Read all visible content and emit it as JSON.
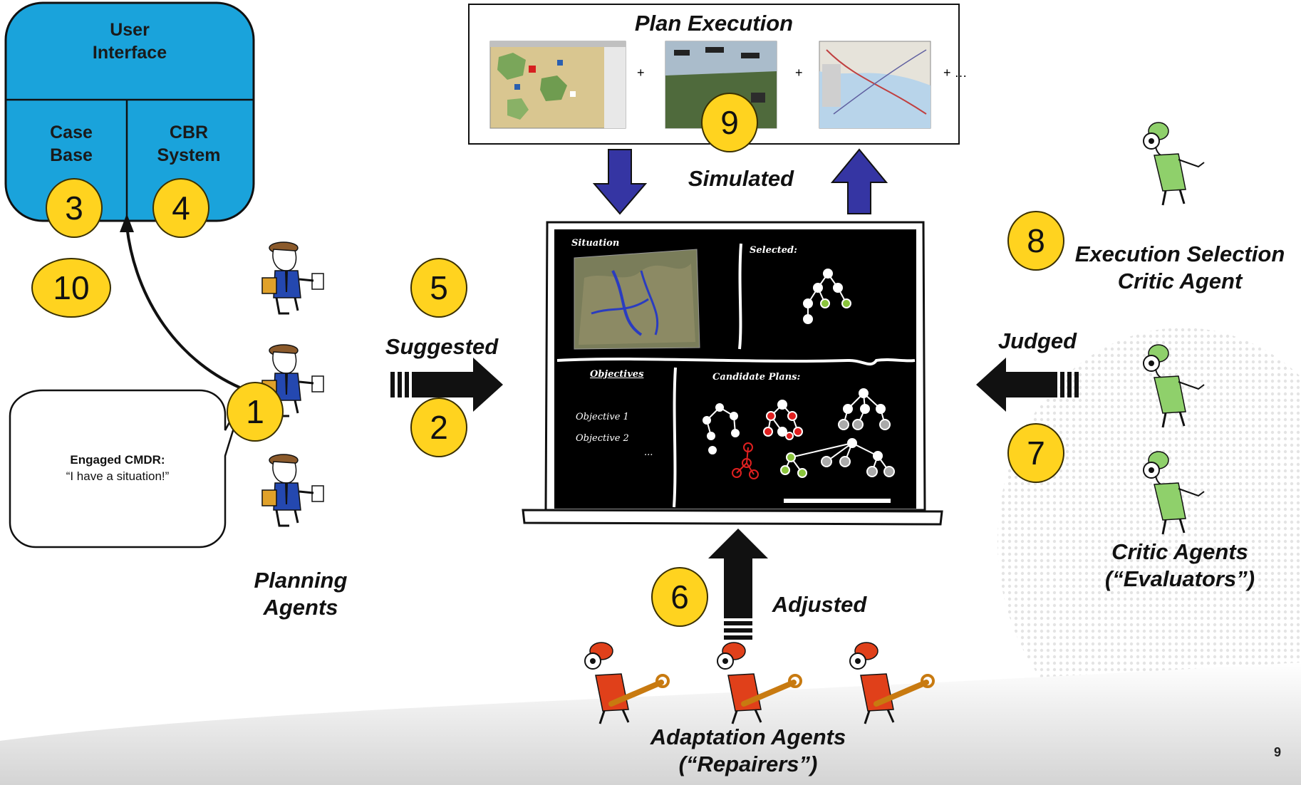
{
  "ui_box": {
    "title_line1": "User",
    "title_line2": "Interface",
    "case_base_line1": "Case",
    "case_base_line2": "Base",
    "cbr_line1": "CBR",
    "cbr_line2": "System"
  },
  "plan_execution": {
    "title": "Plan Execution",
    "plus1": "+",
    "plus2": "+",
    "plus_more": "+ …"
  },
  "labels": {
    "simulated": "Simulated",
    "suggested": "Suggested",
    "judged": "Judged",
    "adjusted": "Adjusted",
    "execution_selection_line1": "Execution Selection",
    "execution_selection_line2": "Critic Agent",
    "critic_agents_line1": "Critic Agents",
    "critic_agents_line2": "(“Evaluators”)",
    "planning_agents_line1": "Planning",
    "planning_agents_line2": "Agents",
    "adaptation_line1": "Adaptation Agents",
    "adaptation_line2": "(“Repairers”)"
  },
  "speech": {
    "title": "Engaged CMDR:",
    "quote": "“I have a situation!”"
  },
  "board": {
    "situation": "Situation",
    "selected": "Selected:",
    "objectives": "Objectives",
    "candidate_plans": "Candidate Plans:",
    "objective1": "Objective 1",
    "objective2": "Objective 2",
    "ellipsis": "..."
  },
  "steps": {
    "s1": "1",
    "s2": "2",
    "s3": "3",
    "s4": "4",
    "s5": "5",
    "s6": "6",
    "s7": "7",
    "s8": "8",
    "s9": "9",
    "s10": "10"
  },
  "page_number": "9",
  "colors": {
    "ui_blue": "#1aa3db",
    "badge_yellow": "#ffd31f",
    "arrow_blue": "#3535a3",
    "critic_green": "#8fd06b",
    "repairer_red": "#e0401a"
  }
}
